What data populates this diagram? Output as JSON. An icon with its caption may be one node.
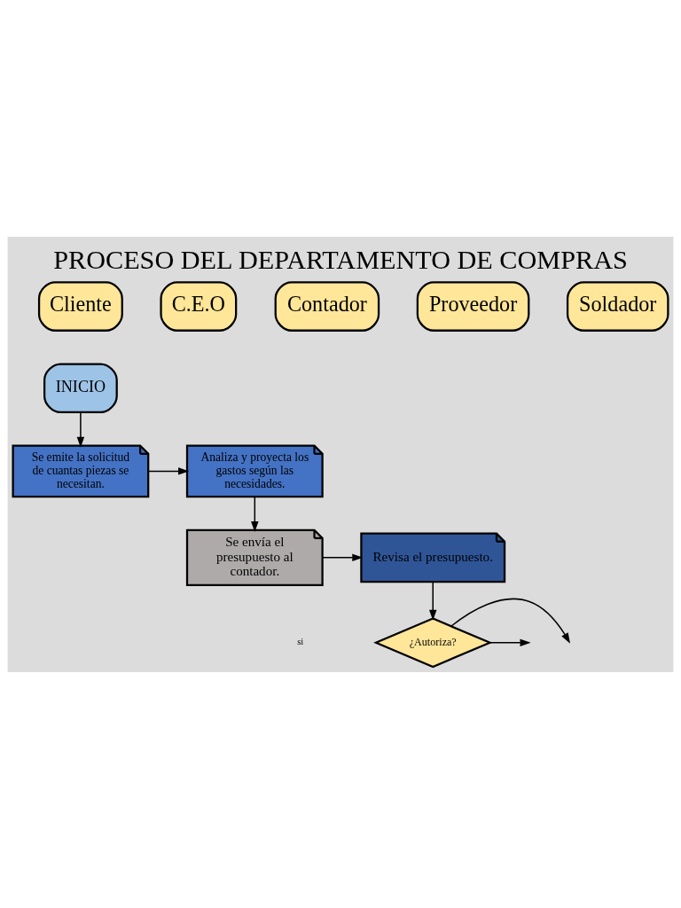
{
  "diagram": {
    "title": "PROCESO DEL DEPARTAMENTO DE COMPRAS",
    "nodes": [
      {
        "text": [
          "Cliente"
        ]
      },
      {
        "text": [
          "C.E.O"
        ]
      },
      {
        "text": [
          "Contador"
        ]
      },
      {
        "text": [
          "Proveedor"
        ]
      },
      {
        "text": [
          "Soldador"
        ]
      },
      {
        "text": [
          "INICIO"
        ]
      },
      {
        "text": [
          "Se emite la solicitud de cuantas piezas se necesitan."
        ]
      },
      {
        "text": [
          "Analiza y proyecta los gastos según las necesidades."
        ]
      },
      {
        "text": [
          "Se envía el presupuesto al contador."
        ]
      },
      {
        "text": [
          "Revisa el presupuesto."
        ]
      },
      {
        "text": [
          "¿Autoriza?"
        ]
      }
    ],
    "edges": [
      {
        "from": 5,
        "to": 6,
        "arrow": "to"
      },
      {
        "from": 6,
        "to": 7,
        "arrow": "to"
      },
      {
        "from": 7,
        "to": 8,
        "arrow": "to"
      },
      {
        "from": 8,
        "to": 9,
        "arrow": "to"
      },
      {
        "from": 9,
        "to": 10,
        "arrow": "to"
      },
      {
        "from": 10,
        "to": null,
        "arrow": "to"
      },
      {
        "from": 10,
        "to": null,
        "arrow": "to"
      }
    ],
    "labels": [
      "si"
    ]
  }
}
